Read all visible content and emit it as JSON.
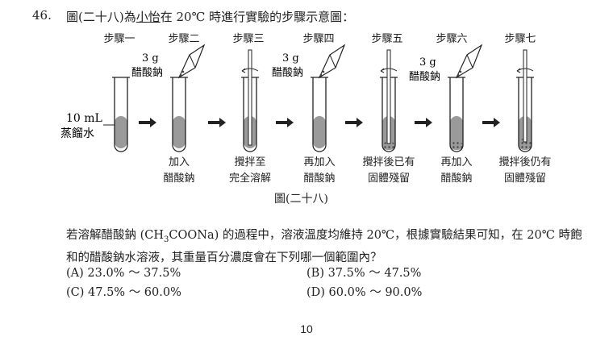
{
  "question": {
    "number": "46.",
    "intro_prefix": "圖(二十八)為",
    "intro_name": "小怡",
    "intro_suffix": "在 20℃ 時進行實驗的步驟示意圖："
  },
  "figure": {
    "steps": [
      "步驟一",
      "步驟二",
      "步驟三",
      "步驟四",
      "步驟五",
      "步驟六",
      "步驟七"
    ],
    "captions": [
      "加入\n醋酸鈉",
      "攪拌至\n完全溶解",
      "再加入\n醋酸鈉",
      "攪拌後已有\n固體殘留",
      "再加入\n醋酸鈉",
      "攪拌後仍有\n固體殘留"
    ],
    "mass_label": "3 g",
    "reagent_label": "醋酸鈉",
    "water_label_line1": "10 mL",
    "water_label_line2": "蒸餾水",
    "title": "圖(二十八)"
  },
  "body": {
    "p1": "若溶解醋酸鈉 (CH",
    "sub": "3",
    "p2": "COONa) 的過程中，溶液溫度均維持 20℃，根據實驗結果可知，在 20℃ 時飽和的醋酸鈉水溶液，其重量百分濃度會在下列哪一個範圍內？"
  },
  "options": {
    "a": "(A) 23.0% ～ 37.5%",
    "b": "(B) 37.5% ～ 47.5%",
    "c": "(C) 47.5% ～ 60.0%",
    "d": "(D) 60.0% ～ 90.0%"
  },
  "page_number": "10"
}
